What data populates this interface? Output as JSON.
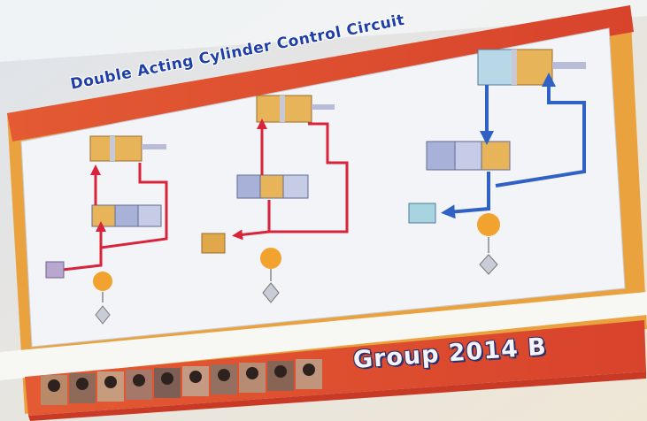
{
  "poster": {
    "title": "Double Acting Cylinder Control Circuit",
    "group_label": "Group 2014 B"
  },
  "colors": {
    "banner_red": "#d9432c",
    "poster_orange": "#eaa23f",
    "diagram_background": "#f2f4f7",
    "pressure_line_red": "#d8243a",
    "pressure_line_blue": "#2f62c4",
    "cylinder_orange": "#e8b45a",
    "valve_blue": "#a8b2d8",
    "title_blue": "#1f3fa8"
  },
  "diagrams": [
    {
      "name": "circuit-left",
      "line_color": "red"
    },
    {
      "name": "circuit-middle",
      "line_color": "red"
    },
    {
      "name": "circuit-right",
      "line_color": "blue"
    }
  ]
}
